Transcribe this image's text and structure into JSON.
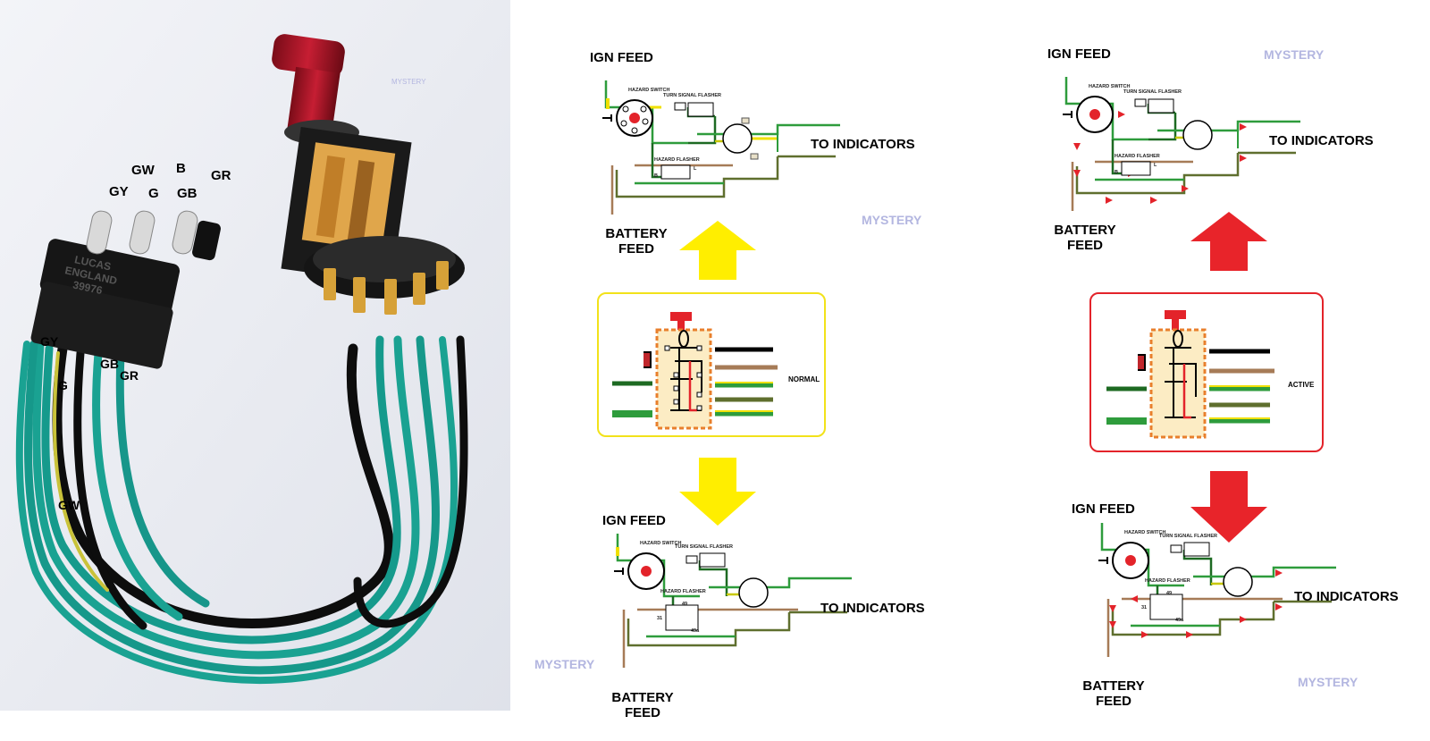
{
  "photo": {
    "connector_text": [
      "LUCAS",
      "ENGLAND",
      "39976"
    ],
    "wire_labels_top": [
      "GW",
      "B",
      "GR",
      "GY",
      "G",
      "GB"
    ],
    "wire_labels_side": [
      "GY",
      "G",
      "GB",
      "GR",
      "GW"
    ],
    "watermark": "MYSTERY"
  },
  "normal_panel": {
    "top_diagram": {
      "ign_feed": "IGN FEED",
      "battery_feed_1": "BATTERY",
      "battery_feed_2": "FEED",
      "to_indicators": "TO INDICATORS",
      "hazard_switch": "HAZARD SWITCH",
      "turn_signal_flasher": "TURN SIGNAL FLASHER",
      "hazard_flasher": "HAZARD FLASHER",
      "b_term": "B",
      "l_term": "L"
    },
    "watermark_1": "MYSTERY",
    "switch_state": "NORMAL",
    "bottom_diagram": {
      "ign_feed": "IGN FEED",
      "battery_feed_1": "BATTERY",
      "battery_feed_2": "FEED",
      "to_indicators": "TO INDICATORS",
      "hazard_switch": "HAZARD SWITCH",
      "turn_signal_flasher": "TURN SIGNAL FLASHER",
      "hazard_flasher": "HAZARD FLASHER",
      "t49": "49",
      "t31": "31",
      "t49a": "49a"
    },
    "watermark_2": "MYSTERY",
    "arrow_color": "#ffee00"
  },
  "active_panel": {
    "top_diagram": {
      "ign_feed": "IGN FEED",
      "battery_feed_1": "BATTERY",
      "battery_feed_2": "FEED",
      "to_indicators": "TO INDICATORS",
      "hazard_switch": "HAZARD SWITCH",
      "turn_signal_flasher": "TURN SIGNAL FLASHER",
      "hazard_flasher": "HAZARD FLASHER",
      "b_term": "B",
      "l_term": "L"
    },
    "watermark_1": "MYSTERY",
    "switch_state": "ACTIVE",
    "bottom_diagram": {
      "ign_feed": "IGN FEED",
      "battery_feed_1": "BATTERY",
      "battery_feed_2": "FEED",
      "to_indicators": "TO INDICATORS",
      "hazard_switch": "HAZARD SWITCH",
      "turn_signal_flasher": "TURN SIGNAL FLASHER",
      "hazard_flasher": "HAZARD FLASHER",
      "t49": "49",
      "t31": "31",
      "t49a": "49a"
    },
    "watermark_2": "MYSTERY",
    "arrow_color": "#e8242a"
  }
}
